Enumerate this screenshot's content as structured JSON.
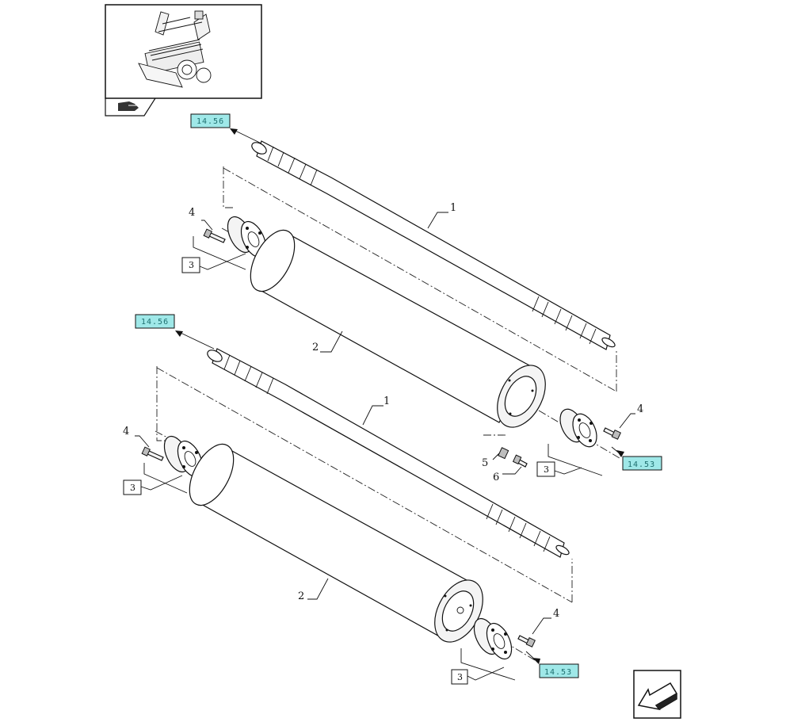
{
  "diagram": {
    "labels": {
      "shaft_top": "1",
      "shell_top": "2",
      "flange_top_left": "3",
      "screw_top_left": "4",
      "flange_top_right": "3",
      "screw_top_right": "4",
      "nut": "5",
      "bolt": "6",
      "shaft_bottom": "1",
      "shell_bottom": "2",
      "flange_bottom_left": "3",
      "screw_bottom_left": "4",
      "flange_bottom_right": "3",
      "screw_bottom_right": "4"
    },
    "references": {
      "ref_top_left": "14.56",
      "ref_mid_left": "14.56",
      "ref_right_mid": "14.53",
      "ref_bottom_right": "14.53"
    }
  }
}
